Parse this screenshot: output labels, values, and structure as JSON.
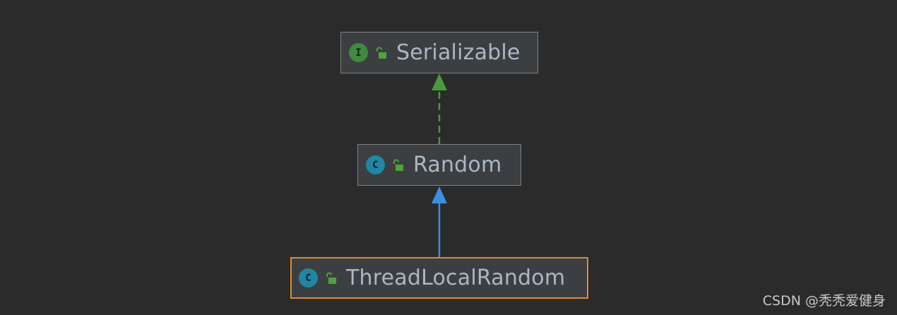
{
  "diagram": {
    "nodes": [
      {
        "id": "serializable",
        "kind": "interface",
        "badge": "I",
        "label": "Serializable"
      },
      {
        "id": "random",
        "kind": "class",
        "badge": "C",
        "label": "Random"
      },
      {
        "id": "threadlocalrandom",
        "kind": "class",
        "badge": "C",
        "label": "ThreadLocalRandom",
        "selected": true
      }
    ],
    "edges": [
      {
        "from": "random",
        "to": "serializable",
        "type": "implements",
        "color": "#4a9a3c",
        "style": "dashed"
      },
      {
        "from": "threadlocalrandom",
        "to": "random",
        "type": "extends",
        "color": "#3c8fe0",
        "style": "solid"
      }
    ]
  },
  "colors": {
    "background": "#2b2b2b",
    "node_fill": "#3c3f41",
    "node_border": "#808080",
    "selected_border": "#e08a2d",
    "label_text": "#a9b7c6",
    "interface_badge": "#3f8b3f",
    "class_badge": "#1f86a5",
    "lock_icon": "#4aa53c"
  },
  "watermark": "CSDN @秃秃爱健身"
}
